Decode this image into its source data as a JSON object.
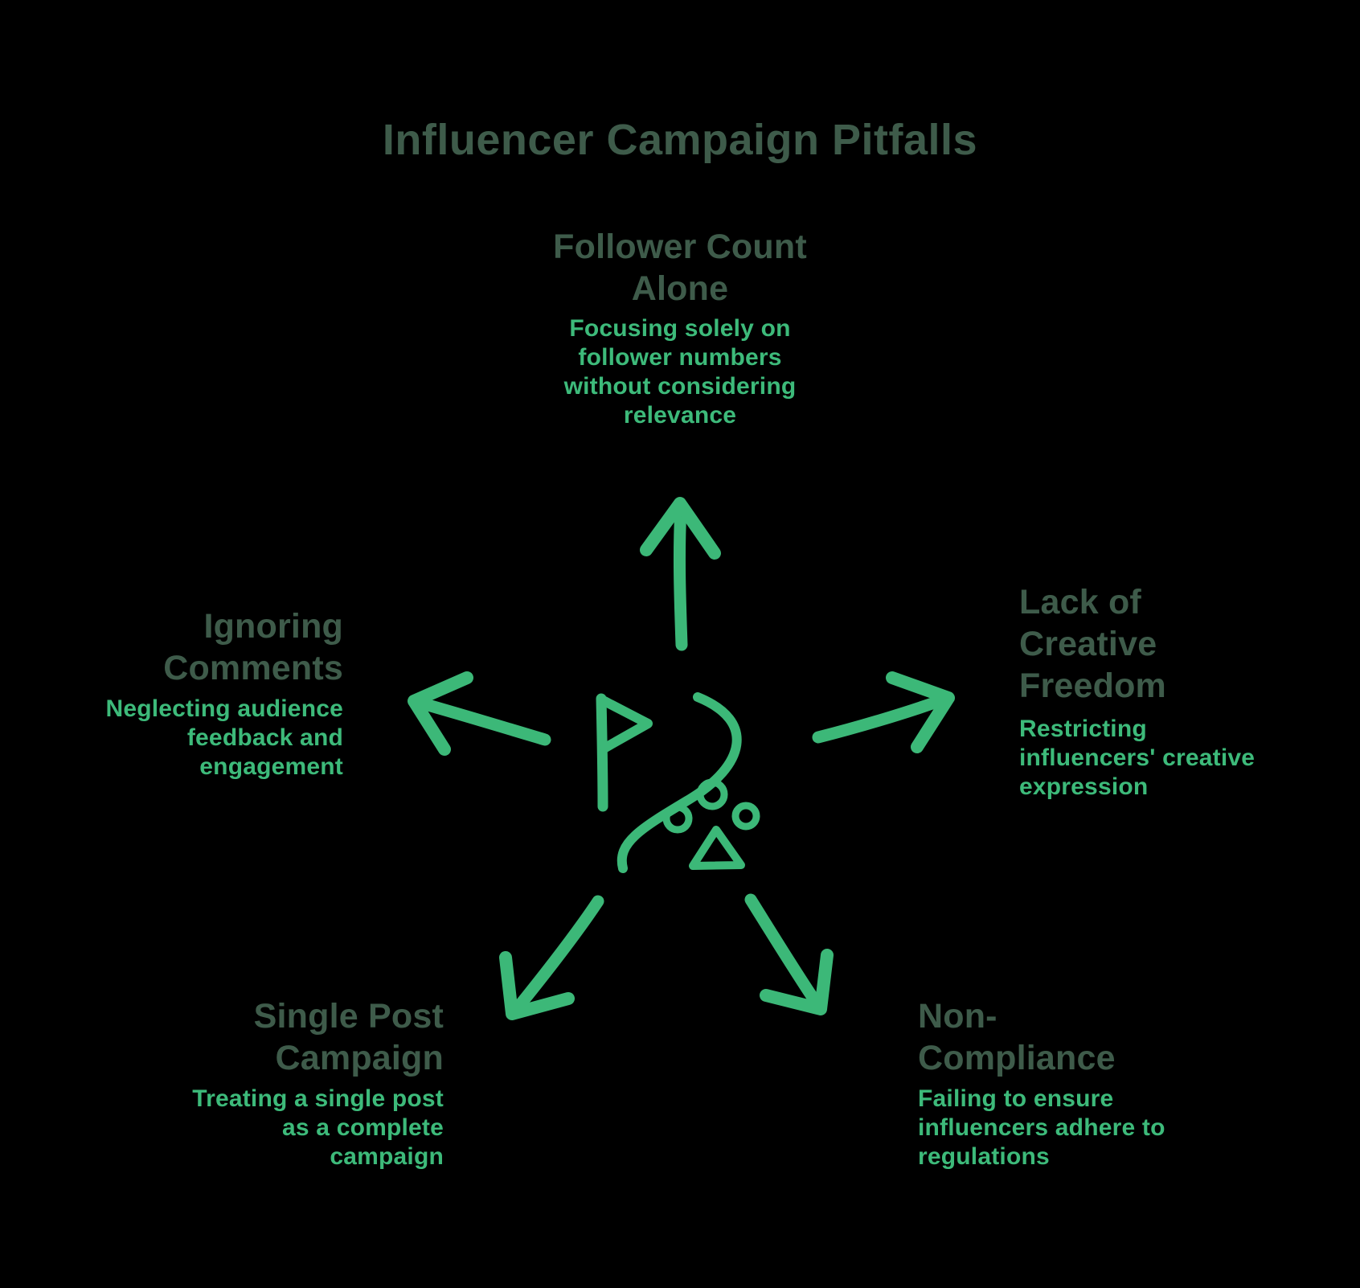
{
  "title": "Influencer Campaign Pitfalls",
  "colors": {
    "background": "#000000",
    "heading_text": "#3e5b4a",
    "accent_green": "#3cb878",
    "description_green": "#3dba7a"
  },
  "center": {
    "icon": "flag-trail-paw-icon"
  },
  "arrows": [
    "up-arrow",
    "left-arrow",
    "right-arrow",
    "down-left-arrow",
    "down-right-arrow"
  ],
  "nodes": {
    "top": {
      "heading": "Follower Count\nAlone",
      "description": "Focusing solely on\nfollower numbers\nwithout considering\nrelevance"
    },
    "left": {
      "heading": "Ignoring\nComments",
      "description": "Neglecting audience\nfeedback and\nengagement"
    },
    "right": {
      "heading": "Lack of\nCreative\nFreedom",
      "description": "Restricting\ninfluencers' creative\nexpression"
    },
    "bottom_left": {
      "heading": "Single Post\nCampaign",
      "description": "Treating a single post\nas a complete\ncampaign"
    },
    "bottom_right": {
      "heading": "Non-\nCompliance",
      "description": "Failing to ensure\ninfluencers adhere to\nregulations"
    }
  }
}
